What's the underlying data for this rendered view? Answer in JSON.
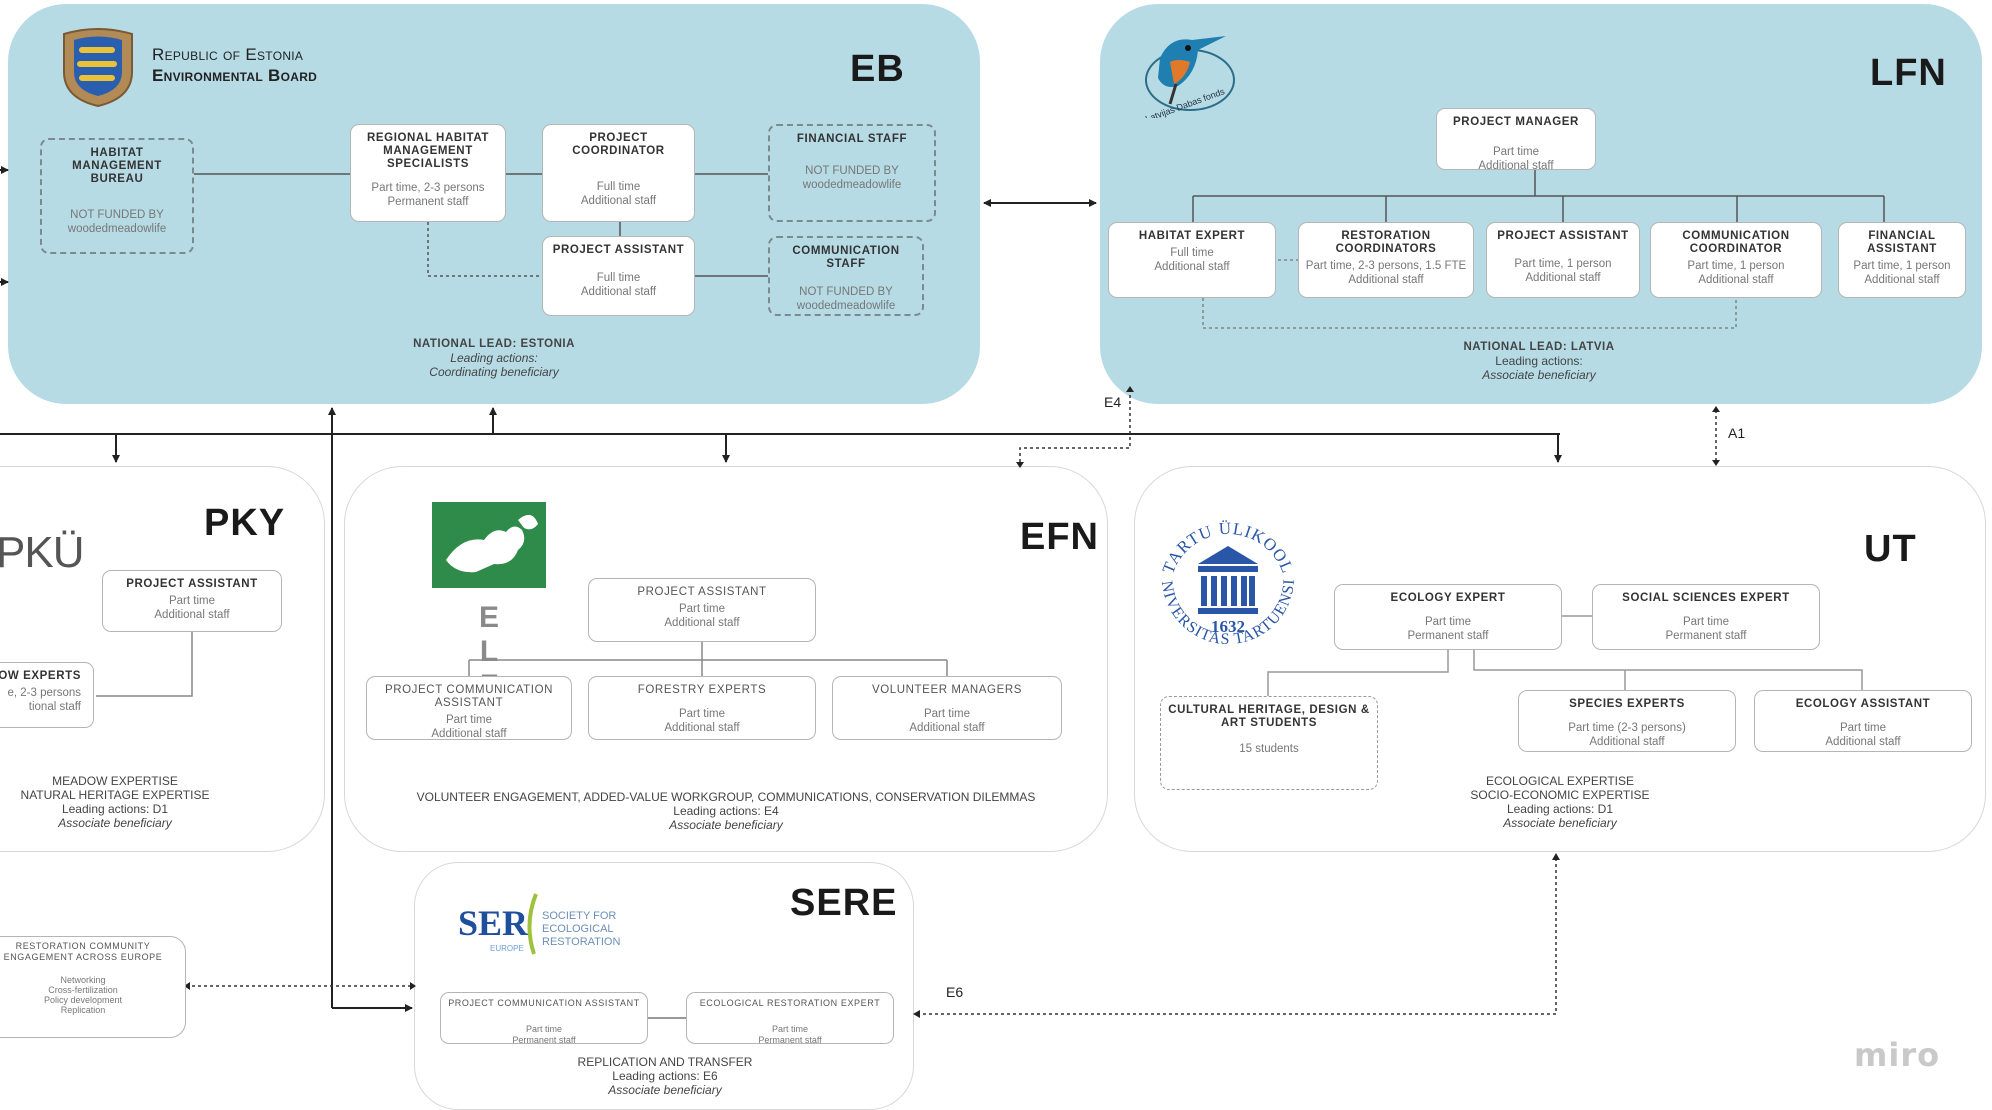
{
  "eb": {
    "code": "EB",
    "org_line1": "Republic of Estonia",
    "org_line2": "Environmental Board",
    "boxes": {
      "habitat_bureau": {
        "title": "HABITAT MANAGEMENT BUREAU",
        "desc": "NOT FUNDED BY\nwoodedmeadowlife"
      },
      "regional": {
        "title": "REGIONAL HABITAT MANAGEMENT SPECIALISTS",
        "desc": "Part time, 2-3 persons\nPermanent staff"
      },
      "coordinator": {
        "title": "PROJECT COORDINATOR",
        "desc": "Full time\nAdditional staff"
      },
      "financial": {
        "title": "FINANCIAL STAFF",
        "desc": "NOT FUNDED BY\nwoodedmeadowlife"
      },
      "assistant": {
        "title": "PROJECT ASSISTANT",
        "desc": "Full time\nAdditional staff"
      },
      "communication": {
        "title": "COMMUNICATION STAFF",
        "desc": "NOT FUNDED BY\nwoodedmeadowlife"
      }
    },
    "footer": {
      "line1": "NATIONAL LEAD: ESTONIA",
      "line2": "Leading actions:",
      "line3": "Coordinating beneficiary"
    }
  },
  "lfn": {
    "code": "LFN",
    "logo_text": "Latvijas Dabas fonds",
    "boxes": {
      "manager": {
        "title": "PROJECT MANAGER",
        "desc": "Part time\nAdditional staff"
      },
      "habitat_expert": {
        "title": "HABITAT EXPERT",
        "desc": "Full time\nAdditional staff"
      },
      "restoration": {
        "title": "RESTORATION COORDINATORS",
        "desc": "Part time, 2-3 persons, 1.5 FTE\nAdditional staff"
      },
      "assistant": {
        "title": "PROJECT ASSISTANT",
        "desc": "Part time, 1 person\nAdditional staff"
      },
      "communication": {
        "title": "COMMUNICATION COORDINATOR",
        "desc": "Part time, 1 person\nAdditional staff"
      },
      "financial": {
        "title": "FINANCIAL ASSISTANT",
        "desc": "Part time, 1 person\nAdditional staff"
      }
    },
    "footer": {
      "line1": "NATIONAL LEAD: LATVIA",
      "line2": "Leading actions:",
      "line3": "Associate beneficiary"
    }
  },
  "pky": {
    "code": "PKY",
    "logo_text": "PKÜ",
    "boxes": {
      "assistant": {
        "title": "PROJECT ASSISTANT",
        "desc": "Part time\nAdditional staff"
      },
      "experts": {
        "title": "OW EXPERTS",
        "desc": "e, 2-3 persons\ntional staff"
      }
    },
    "footer": {
      "line1": "MEADOW EXPERTISE",
      "line2": "NATURAL HERITAGE EXPERTISE",
      "line3": "Leading actions: D1",
      "line4": "Associate beneficiary"
    }
  },
  "efn": {
    "code": "EFN",
    "logo_text": "E L F",
    "boxes": {
      "assistant": {
        "title": "PROJECT ASSISTANT",
        "desc": "Part time\nAdditional staff"
      },
      "comm_assistant": {
        "title": "PROJECT COMMUNICATION ASSISTANT",
        "desc": "Part time\nAdditional staff"
      },
      "forestry": {
        "title": "FORESTRY EXPERTS",
        "desc": "Part time\nAdditional staff"
      },
      "volunteer": {
        "title": "VOLUNTEER MANAGERS",
        "desc": "Part time\nAdditional staff"
      }
    },
    "footer": {
      "line1": "VOLUNTEER ENGAGEMENT, ADDED-VALUE WORKGROUP, COMMUNICATIONS, CONSERVATION DILEMMAS",
      "line2": "Leading actions: E4",
      "line3": "Associate beneficiary"
    }
  },
  "ut": {
    "code": "UT",
    "logo_top": "TARTU ÜLIKOOL",
    "logo_bottom": "UNIVERSITAS TARTUENSIS",
    "logo_year": "1632",
    "boxes": {
      "ecology_expert": {
        "title": "ECOLOGY EXPERT",
        "desc": "Part time\nPermanent staff"
      },
      "social": {
        "title": "SOCIAL SCIENCES EXPERT",
        "desc": "Part time\nPermanent staff"
      },
      "cultural": {
        "title": "CULTURAL HERITAGE, DESIGN & ART STUDENTS",
        "desc": "15 students"
      },
      "species": {
        "title": "SPECIES EXPERTS",
        "desc": "Part time (2-3 persons)\nAdditional staff"
      },
      "ecology_assistant": {
        "title": "ECOLOGY ASSISTANT",
        "desc": "Part time\nAdditional staff"
      }
    },
    "footer": {
      "line1": "ECOLOGICAL EXPERTISE",
      "line2": "SOCIO-ECONOMIC EXPERTISE",
      "line3": "Leading actions: D1",
      "line4": "Associate beneficiary"
    }
  },
  "sere": {
    "code": "SERE",
    "logo_ser": "SER",
    "logo_europe": "EUROPE",
    "logo_text": "SOCIETY FOR ECOLOGICAL RESTORATION",
    "boxes": {
      "comm_assistant": {
        "title": "PROJECT COMMUNICATION ASSISTANT",
        "desc": "Part time\nPermanent staff"
      },
      "ecological": {
        "title": "ECOLOGICAL RESTORATION EXPERT",
        "desc": "Part time\nPermanent staff"
      }
    },
    "footer": {
      "line1": "REPLICATION AND TRANSFER",
      "line2": "Leading actions: E6",
      "line3": "Associate beneficiary"
    }
  },
  "community": {
    "title": "RESTORATION COMMUNITY ENGAGEMENT ACROSS EUROPE",
    "items": "Networking\nCross-fertilization\nPolicy development\nReplication"
  },
  "connector_labels": {
    "e4": "E4",
    "a1": "A1",
    "e6": "E6"
  },
  "watermark": "miro"
}
